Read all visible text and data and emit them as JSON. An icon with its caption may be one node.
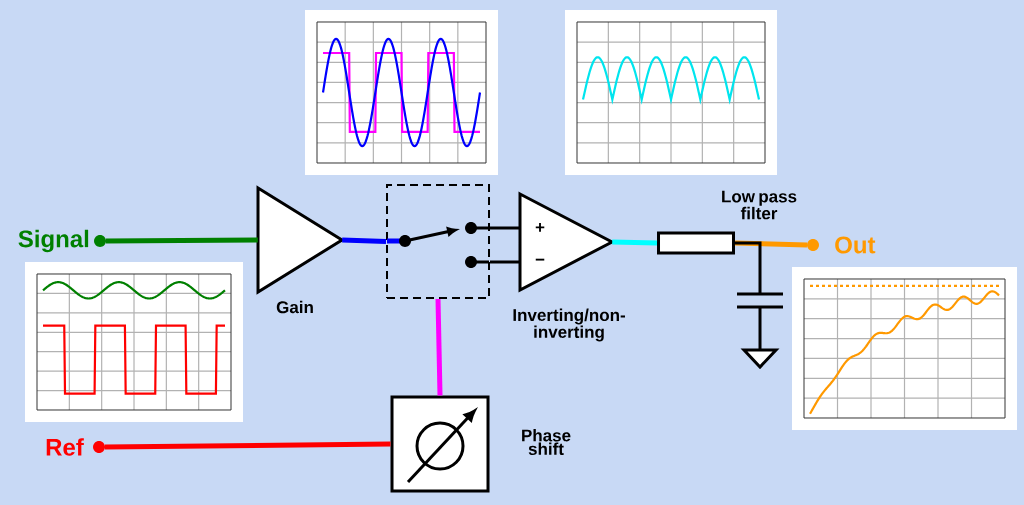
{
  "diagram": {
    "nodes": [
      {
        "text": [
          "Signal"
        ]
      },
      {
        "text": [
          "Gain"
        ]
      },
      {
        "text": [],
        "shape": "box"
      },
      {
        "text": [
          "+",
          "−",
          "Inverting/non-inverting"
        ]
      },
      {
        "text": [
          "Low pass filter"
        ]
      },
      {
        "text": [
          "Out"
        ]
      },
      {
        "text": [
          "Ref"
        ]
      },
      {
        "text": [
          "Phase shift"
        ]
      },
      {
        "text": [],
        "shape": "capacitor"
      }
    ],
    "edges": [
      {
        "from": 0,
        "to": 1,
        "arrow": "none",
        "color": "#008000"
      },
      {
        "from": 1,
        "to": 2,
        "arrow": "none",
        "color": "#0000ff"
      },
      {
        "from": 2,
        "to": 3,
        "arrow": "none"
      },
      {
        "from": 2,
        "to": 3,
        "arrow": "none"
      },
      {
        "from": 3,
        "to": 4,
        "arrow": "none",
        "color": "#00ffff"
      },
      {
        "from": 4,
        "to": 5,
        "arrow": "none",
        "color": "#ff9900"
      },
      {
        "from": 4,
        "to": 8,
        "arrow": "none"
      },
      {
        "from": 6,
        "to": 7,
        "arrow": "none",
        "color": "#ff0000"
      },
      {
        "from": 7,
        "to": 2,
        "arrow": "none",
        "color": "#ff00ff"
      }
    ]
  }
}
